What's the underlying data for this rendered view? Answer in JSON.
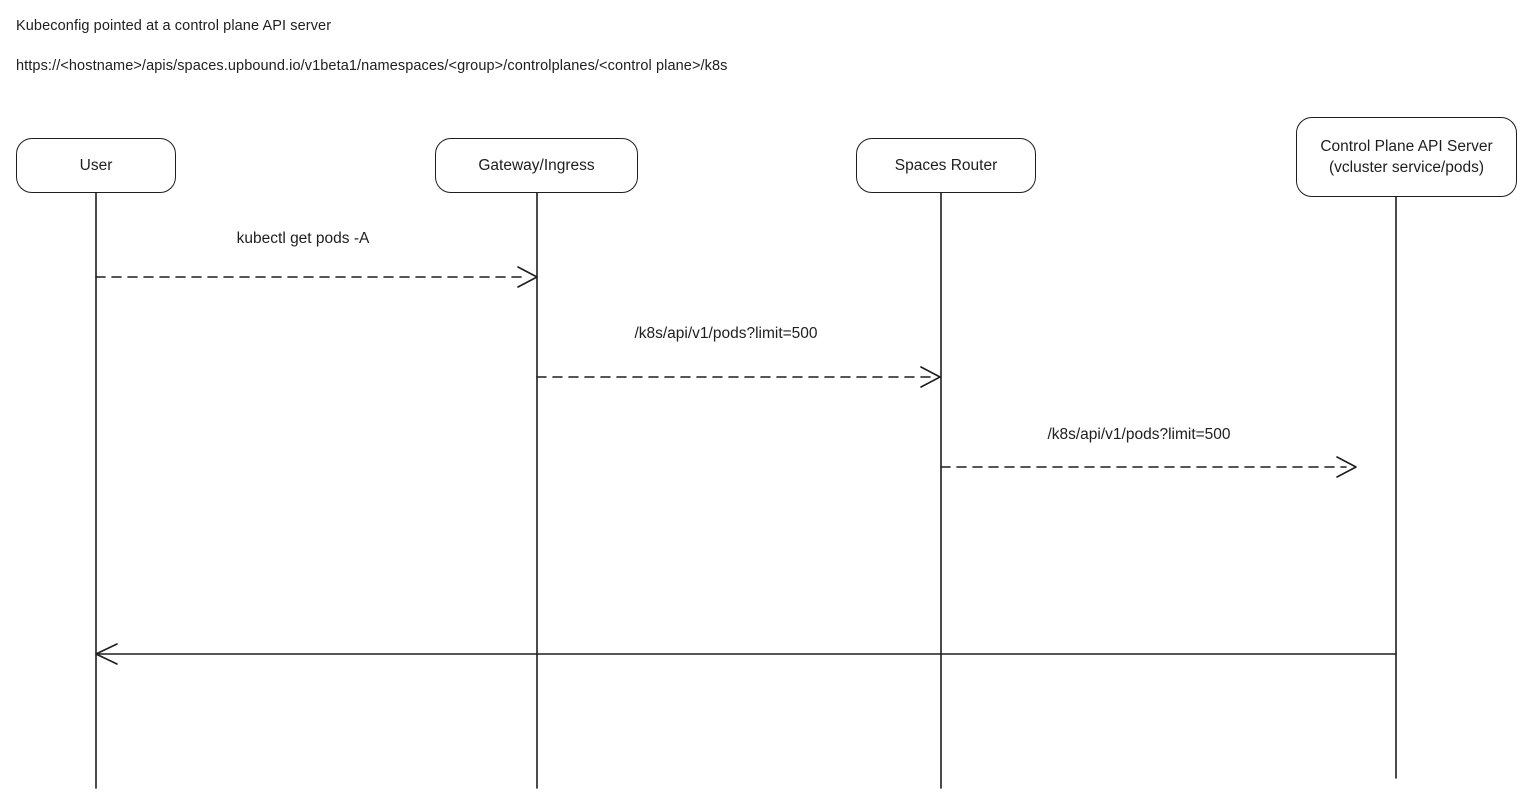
{
  "header": {
    "title": "Kubeconfig pointed at a control plane API server",
    "url": "https://<hostname>/apis/spaces.upbound.io/v1beta1/namespaces/<group>/controlplanes/<control plane>/k8s"
  },
  "diagram": {
    "type": "sequence",
    "colors": {
      "stroke": "#1e1e1e",
      "background": "#ffffff"
    },
    "actors": [
      {
        "id": "user",
        "label": "User"
      },
      {
        "id": "gateway",
        "label": "Gateway/Ingress"
      },
      {
        "id": "spaces-router",
        "label": "Spaces Router"
      },
      {
        "id": "control-plane",
        "label": "Control Plane API Server",
        "sublabel": "(vcluster service/pods)"
      }
    ],
    "messages": [
      {
        "from": "user",
        "to": "gateway",
        "label": "kubectl get pods -A",
        "style": "dashed"
      },
      {
        "from": "gateway",
        "to": "spaces-router",
        "label": "/k8s/api/v1/pods?limit=500",
        "style": "dashed"
      },
      {
        "from": "spaces-router",
        "to": "control-plane",
        "label": "/k8s/api/v1/pods?limit=500",
        "style": "dashed"
      },
      {
        "from": "control-plane",
        "to": "user",
        "label": "",
        "style": "solid"
      }
    ]
  }
}
